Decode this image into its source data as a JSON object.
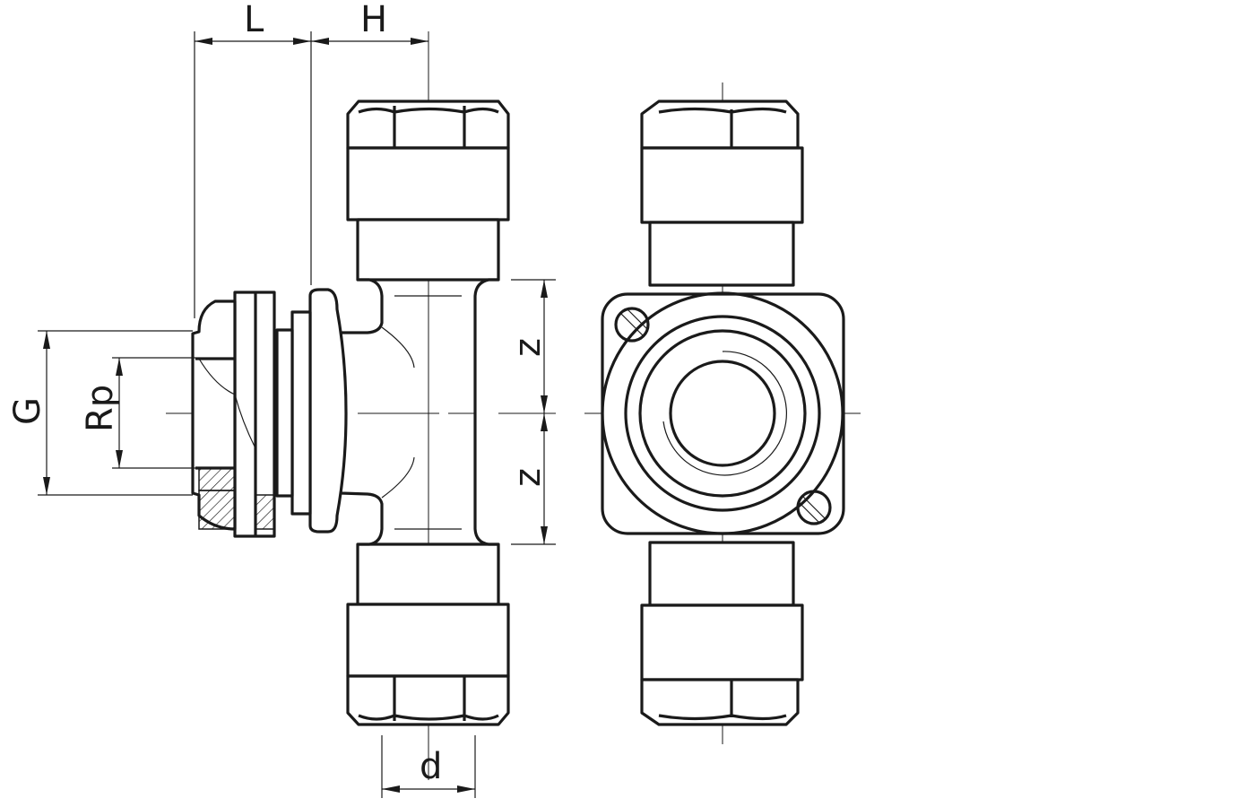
{
  "dimensions": {
    "L": "L",
    "H": "H",
    "G": "G",
    "Rp": "Rp",
    "z_top": "z",
    "z_bottom": "z",
    "d": "d"
  }
}
